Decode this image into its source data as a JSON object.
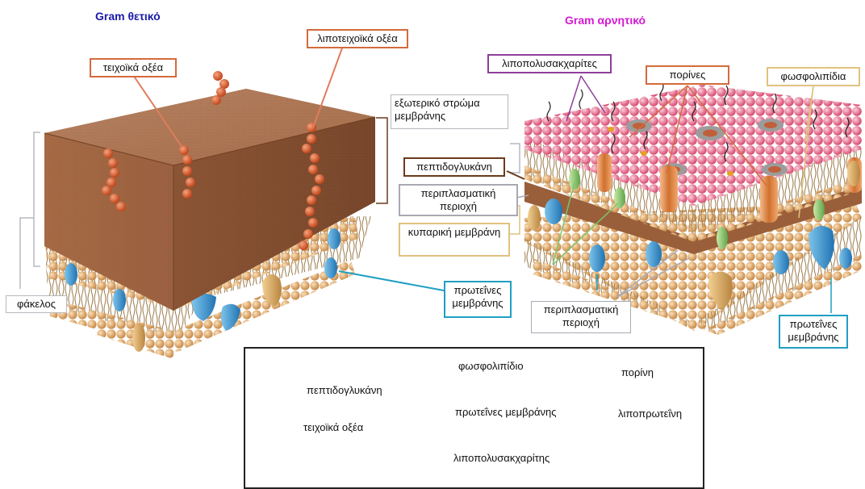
{
  "titles": {
    "gram_positive": "Gram θετικό",
    "gram_negative": "Gram αρνητικό"
  },
  "labels": {
    "teichoic": "τειχοϊκά οξέα",
    "lipoteichoic": "λιποτειχοϊκά οξέα",
    "capsule": "φάκελος",
    "lps": "λιποπολυσακχαρίτες",
    "porins": "πορίνες",
    "phospholipids": "φωσφολιπίδια",
    "outer_membrane": "εξωτερικό στρώμα μεμβράνης",
    "peptidoglycan": "πεπτιδογλυκάνη",
    "periplasm_1": "περιπλασματική περιοχή",
    "cell_membrane": "κυπαρική μεμβράνη",
    "membrane_proteins_1": "πρωτεΐνες μεμβράνης",
    "periplasm_2": "περιπλασματική περιοχή",
    "membrane_proteins_2": "πρωτεΐνες μεμβράνης"
  },
  "legend": {
    "peptidoglycan": "πεπτιδογλυκάνη",
    "teichoic": "τειχοϊκά οξέα",
    "phospholipid": "φωσφολιπίδιο",
    "membrane_proteins": "πρωτεΐνες μεμβράνης",
    "lps": "λιποπολυσακχαρίτης",
    "porin": "πορίνη",
    "lipoprotein": "λιποπρωτεΐνη"
  },
  "colors": {
    "title_positive": "#1a1aa8",
    "title_negative": "#d21ad2",
    "peptidoglycan": "#b57a55",
    "teichoic": "#d8643c",
    "lps_head": "#e56a86",
    "porin": "#d4803e",
    "protein_blue": "#3a9fd6",
    "protein_tan": "#d9a864",
    "lipoprotein": "#8cc66a",
    "box_purple": "#8e3e9a",
    "box_orange": "#d46a3c",
    "box_blue": "#1f9fc2",
    "box_tan": "#e0c27e",
    "box_brown": "#6b3a1c",
    "box_gray": "#a9a9b5"
  }
}
